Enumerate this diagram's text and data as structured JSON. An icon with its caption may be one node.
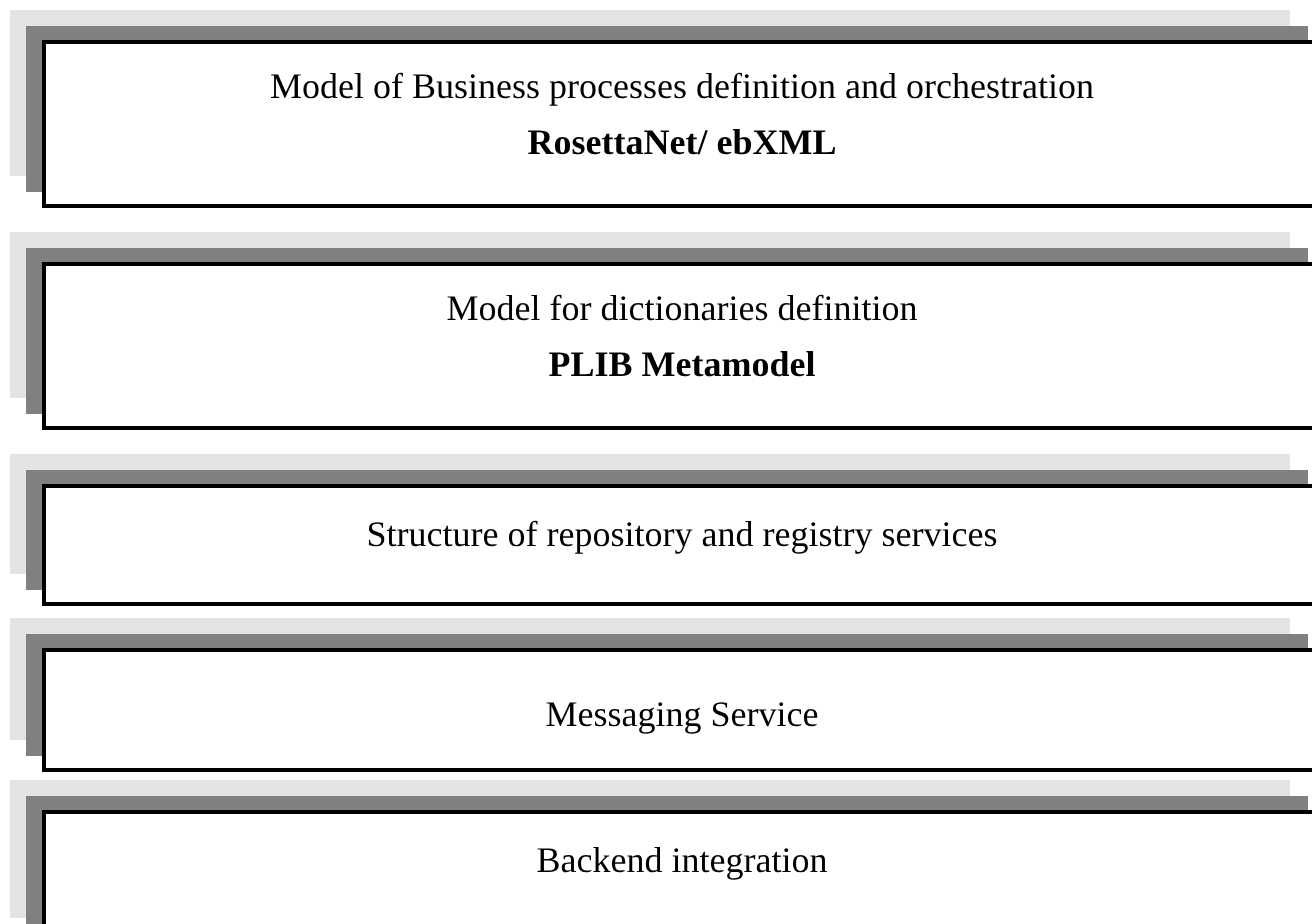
{
  "diagram": {
    "nodes": [
      {
        "text": [
          "Model of Business processes definition and orchestration",
          "RosettaNet/ ebXML"
        ]
      },
      {
        "text": [
          "Model for dictionaries definition",
          "PLIB Metamodel"
        ]
      },
      {
        "text": [
          "Structure of repository and registry services"
        ]
      },
      {
        "text": [
          "Messaging Service"
        ]
      },
      {
        "text": [
          "Backend integration"
        ]
      }
    ]
  }
}
